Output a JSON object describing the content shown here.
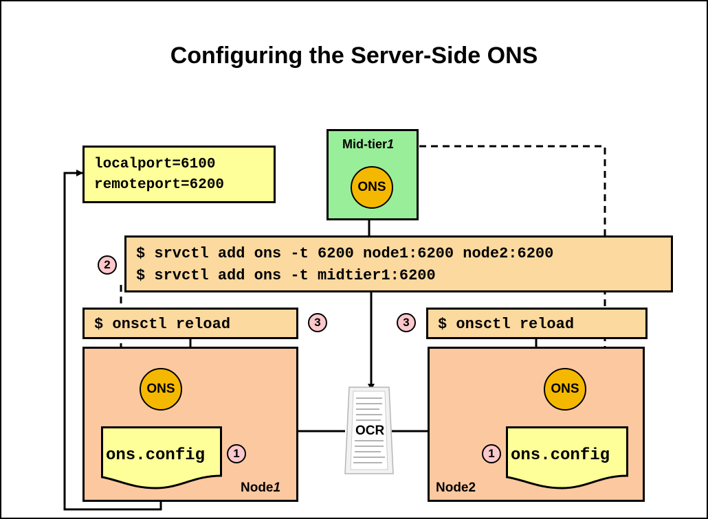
{
  "title": "Configuring the Server-Side ONS",
  "port_config": {
    "lines": [
      "localport=6100",
      "remoteport=6200"
    ]
  },
  "midtier": {
    "label": "Mid-tier",
    "label_italic": "1",
    "ons": "ONS"
  },
  "srvctl_commands": [
    "$ srvctl add ons -t 6200 node1:6200 node2:6200",
    "$ srvctl add ons -t midtier1:6200"
  ],
  "reload_command": "$ onsctl reload",
  "steps": [
    "1",
    "2",
    "3"
  ],
  "node1": {
    "label": "Node",
    "label_italic": "1",
    "ons": "ONS",
    "config_file": "ons.config"
  },
  "node2": {
    "label": "Node2",
    "ons": "ONS",
    "config_file": "ons.config"
  },
  "ocr": "OCR",
  "colors": {
    "yellow": "#ffff99",
    "tan": "#fbd99f",
    "node": "#fcc8a0",
    "green": "#99ee99",
    "ons": "#f5b800",
    "badge": "#fcc8cc"
  }
}
